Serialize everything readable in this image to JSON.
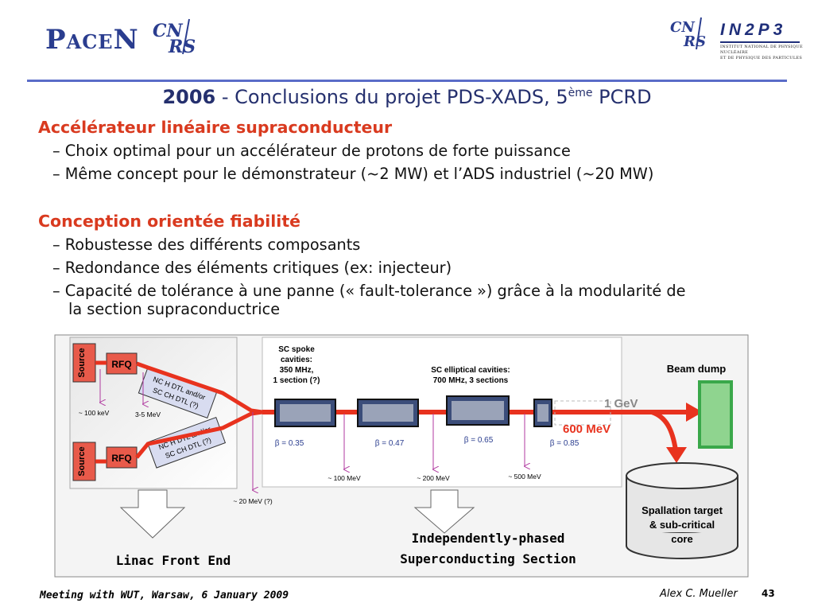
{
  "header": {
    "pacen_logo": "PACEN",
    "cnrs_logo": "CNRS",
    "in2p3_logo": "IN2P3",
    "in2p3_subtitle": [
      "Institut National de Physique Nucléaire",
      "et de Physique des Particules"
    ]
  },
  "title": {
    "year": "2006",
    "text": " - Conclusions du projet PDS-XADS, 5",
    "sup": "ème",
    "tail": " PCRD"
  },
  "sections": [
    {
      "heading": "Accélérateur linéaire supraconducteur",
      "bullets": [
        "– Choix optimal pour un accélérateur de protons de forte puissance",
        "– Même concept pour le démonstrateur (~2 MW) et l’ADS industriel (~20 MW)"
      ]
    },
    {
      "heading": "Conception orientée fiabilité",
      "bullets": [
        "– Robustesse des différents composants",
        "– Redondance des éléments critiques (ex: injecteur)",
        "– Capacité de tolérance à une panne (« fault-tolerance ») grâce à la modularité de",
        "la section supraconductrice"
      ]
    }
  ],
  "diagram": {
    "source_top": "Source",
    "source_bottom": "Source",
    "rfq_top": "RFQ",
    "rfq_bottom": "RFQ",
    "dtl_top": [
      "NC H DTL and/or",
      "SC CH DTL (?)"
    ],
    "dtl_bottom": [
      "NC H DTL and/or",
      "SC CH DTL (?)"
    ],
    "kev": "~ 100 keV",
    "mev_3_5": "3-5 MeV",
    "mev_20": "~ 20 MeV (?)",
    "spoke": [
      "SC spoke",
      "cavities:",
      "350 MHz,",
      "1 section (?)"
    ],
    "elliptical": [
      "SC elliptical cavities:",
      "700 MHz, 3 sections"
    ],
    "betas": [
      "β = 0.35",
      "β = 0.47",
      "β = 0.65",
      "β = 0.85"
    ],
    "mev_100": "~ 100 MeV",
    "mev_200": "~ 200 MeV",
    "mev_500": "~ 500 MeV",
    "gev_1": "1 GeV",
    "mev_600": "600 MeV",
    "beam_dump": "Beam dump",
    "target": [
      "Spallation target",
      "& sub-critical",
      "core"
    ],
    "front_end": "Linac Front End",
    "sc_section": [
      "Independently-phased",
      "Superconducting Section"
    ]
  },
  "footer": {
    "meeting": "Meeting with WUT, Warsaw, 6 January 2009",
    "author": "Alex C. Mueller",
    "page": "43"
  },
  "colors": {
    "brand_blue": "#2a3d8f",
    "heading_red": "#d93a1f",
    "beam_red": "#e8321e",
    "dump_green": "#3aa84a",
    "arrow_magenta": "#b03aa0"
  }
}
